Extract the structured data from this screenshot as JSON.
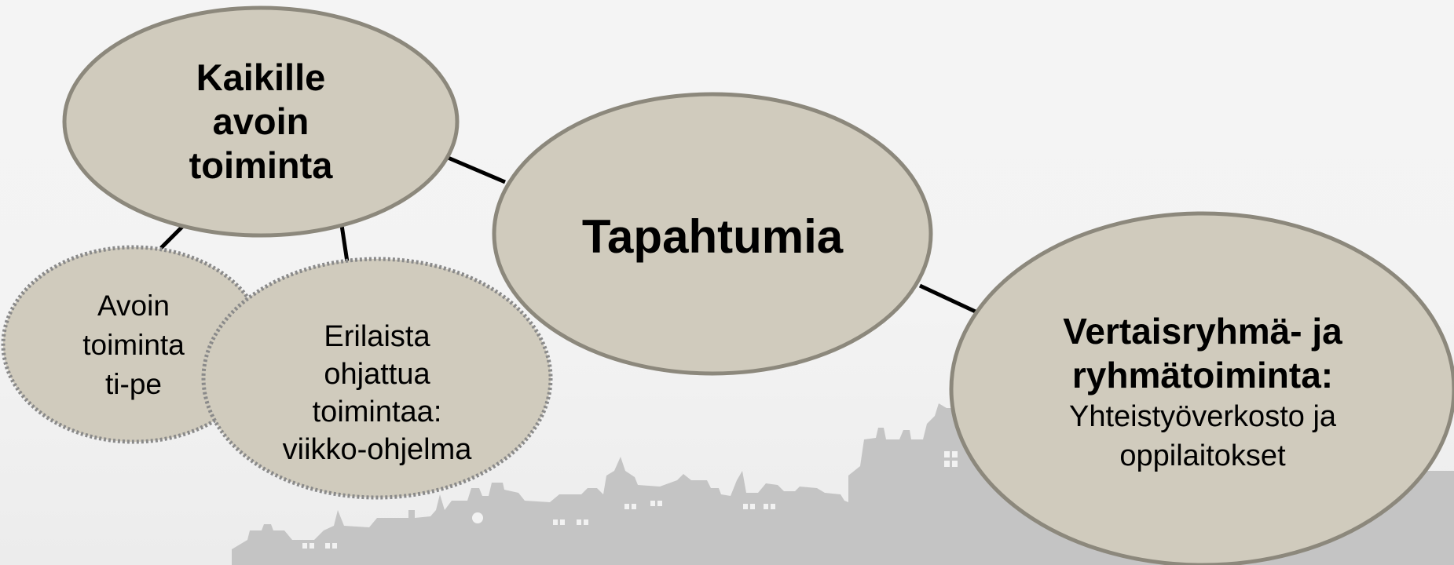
{
  "colors": {
    "node_fill": "#d0cbbd",
    "node_stroke": "#8c887c",
    "dashed_stroke": "#8a8a8a",
    "connector": "#000000",
    "skyline": "#c4c4c4"
  },
  "nodes": {
    "kaikille": {
      "lines": [
        "Kaikille",
        "avoin",
        "toiminta"
      ]
    },
    "tapahtumia": {
      "lines": [
        "Tapahtumia"
      ]
    },
    "avoin": {
      "lines": [
        "Avoin",
        "toiminta",
        "ti-pe"
      ]
    },
    "erilaista": {
      "lines": [
        "Erilaista",
        "ohjattua",
        "toimintaa:",
        "viikko-ohjelma"
      ]
    },
    "vertais": {
      "title_lines": [
        "Vertaisryhmä- ja",
        "ryhmätoiminta:"
      ],
      "body_lines": [
        "Yhteistyöverkosto ja",
        "oppilaitokset"
      ]
    }
  },
  "skyline_icon": "city-skyline-silhouette"
}
